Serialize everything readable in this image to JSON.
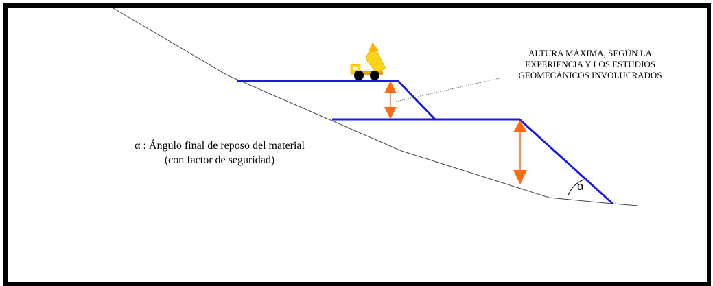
{
  "annotation_top": {
    "lines": [
      "ALTURA MÁXIMA, SEGÚN LA",
      "EXPERIENCIA Y LOS ESTUDIOS",
      "GEOMECÁNICOS INVOLUCRADOS"
    ]
  },
  "annotation_left": {
    "lines": [
      "α : Ángulo final de reposo del material",
      "(con factor de seguridad)"
    ]
  },
  "angle_symbol": "α",
  "colors": {
    "frame": "#000000",
    "terrain": "#444444",
    "bench": "#1a1ae6",
    "arrow": "#ff6a13",
    "truck_body": "#ffd21a",
    "truck_bed": "#ffb300",
    "wheels": "#000000"
  },
  "icons": {
    "truck": "dump-truck-icon",
    "height_arrow": "double-headed-arrow-icon"
  }
}
